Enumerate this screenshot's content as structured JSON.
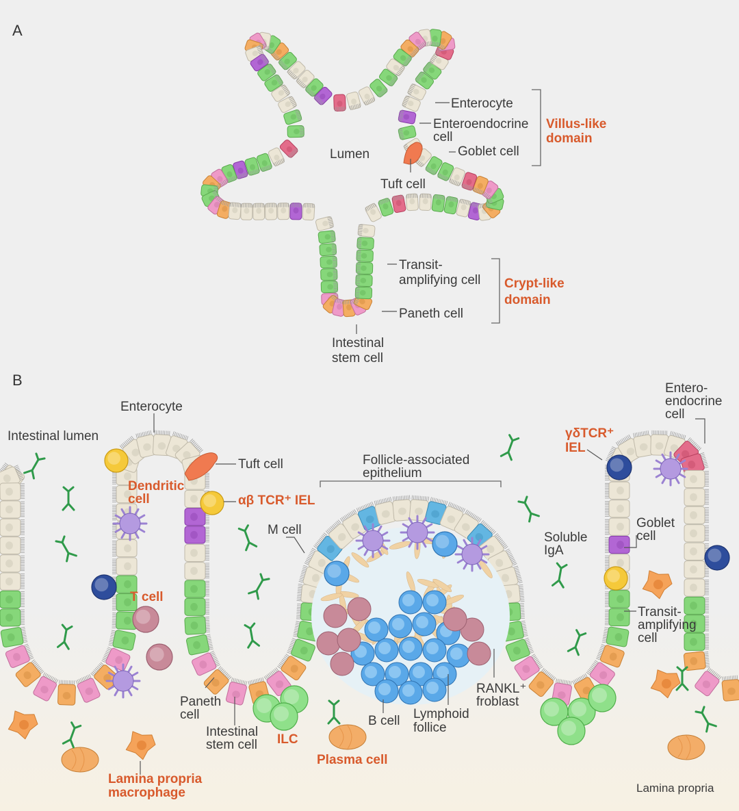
{
  "panels": {
    "a": "A",
    "b": "B"
  },
  "colors": {
    "enterocyte": "#ece6d6",
    "green": "#86d77a",
    "pink": "#ee9ac8",
    "orange": "#f4ad62",
    "purple": "#b266d4",
    "enteroendocrine": "#e36c8a",
    "mcell": "#63b6e2",
    "accent_text": "#d85a2c",
    "microvilli": "#9a9a9a",
    "dendritic": "#b49ae0",
    "plasma": "#f3ad68",
    "macrophage": "#f5a35a",
    "bcell": "#5aa8e8",
    "tcell": "#c88a99",
    "ilc": "#8fe08a",
    "iel_alpha": "#f5c93a",
    "iel_gamma": "#2e4d9c",
    "iga": "#2f9a4a",
    "fibroblast": "#f0d2a4"
  },
  "panel_a": {
    "lumen": "Lumen",
    "enterocyte": "Enterocyte",
    "enteroendocrine": [
      "Enteroendocrine",
      "cell"
    ],
    "goblet": "Goblet cell",
    "tuft": "Tuft cell",
    "villus_domain": [
      "Villus-like",
      "domain"
    ],
    "transit": [
      "Transit-",
      "amplifying cell"
    ],
    "paneth": "Paneth cell",
    "crypt_domain": [
      "Crypt-like",
      "domain"
    ],
    "stem": [
      "Intestinal",
      "stem cell"
    ]
  },
  "panel_b": {
    "enterocyte": "Enterocyte",
    "intestinal_lumen": "Intestinal lumen",
    "tuft": "Tuft cell",
    "dendritic": [
      "Dendritic",
      "cell"
    ],
    "ab_iel": "αβ TCR⁺ IEL",
    "fae": [
      "Follicle-associated",
      "epithelium"
    ],
    "mcell": "M cell",
    "tcell": "T cell",
    "soluble_iga": [
      "Soluble",
      "IgA"
    ],
    "gd_iel": [
      "γδTCR⁺",
      "IEL"
    ],
    "enteroendocrine": [
      "Entero-",
      "endocrine",
      "cell"
    ],
    "goblet": [
      "Goblet",
      "cell"
    ],
    "transit": [
      "Transit-",
      "amplifying",
      "cell"
    ],
    "paneth": [
      "Paneth",
      "cell"
    ],
    "stem": [
      "Intestinal",
      "stem cell"
    ],
    "ilc": "ILC",
    "plasma": "Plasma cell",
    "bcell": "B cell",
    "lymphoid": [
      "Lymphoid",
      "follice"
    ],
    "rankl": [
      "RANKL⁺",
      "froblast"
    ],
    "macrophage": [
      "Lamina propria",
      "macrophage"
    ],
    "lamina": "Lamina propria"
  }
}
